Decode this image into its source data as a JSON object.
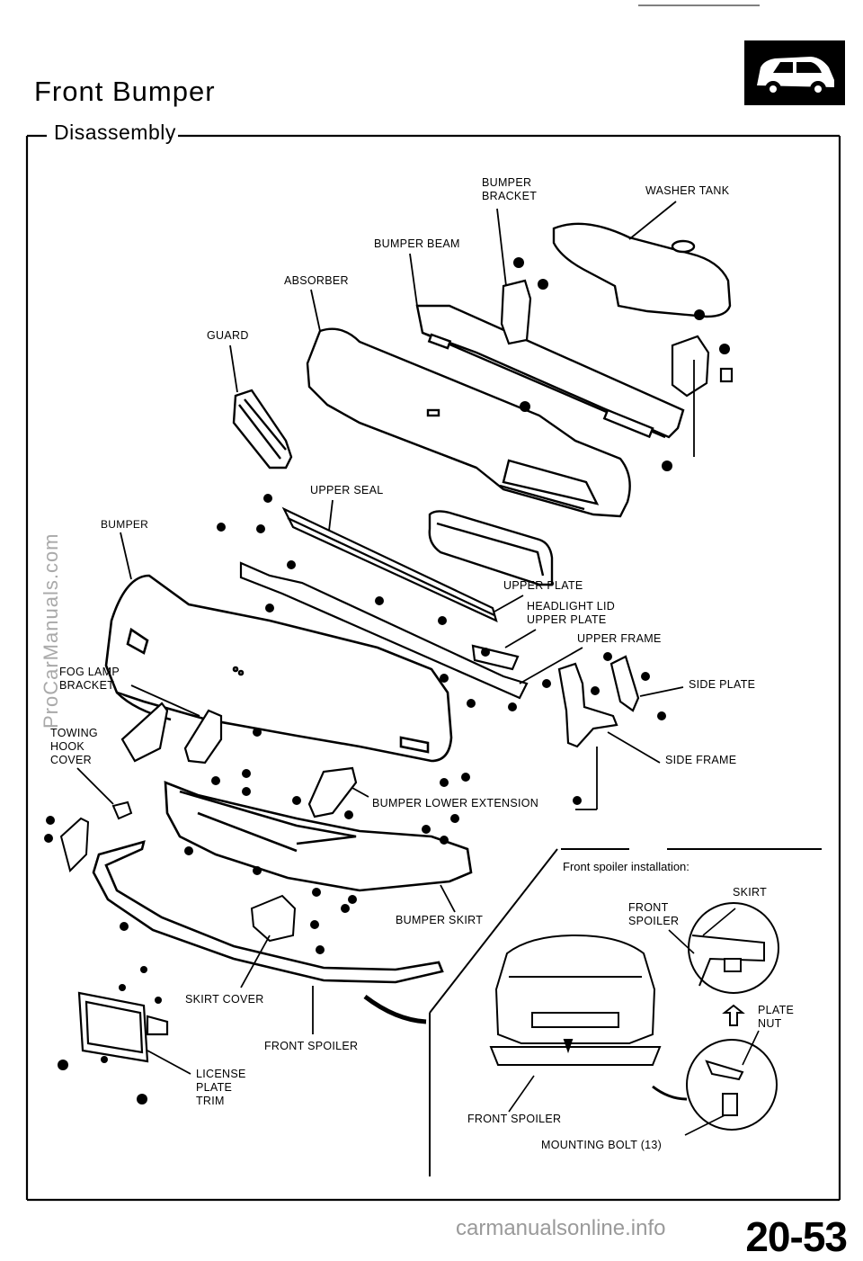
{
  "header": {
    "title": "Front Bumper",
    "section": "Disassembly"
  },
  "labels": {
    "bumper_bracket": "BUMPER\nBRACKET",
    "washer_tank": "WASHER  TANK",
    "bumper_beam": "BUMPER  BEAM",
    "absorber": "ABSORBER",
    "guard": "GUARD",
    "upper_seal": "UPPER SEAL",
    "bumper": "BUMPER",
    "upper_plate": "UPPER  PLATE",
    "headlight_lid_upper_plate": "HEADLIGHT LID\nUPPER PLATE",
    "upper_frame": "UPPER  FRAME",
    "fog_lamp_bracket": "FOG  LAMP\nBRACKET",
    "side_plate": "SIDE  PLATE",
    "towing_hook_cover": "TOWING\nHOOK\nCOVER",
    "side_frame": "SIDE  FRAME",
    "bumper_lower_extension": "BUMPER  LOWER  EXTENSION",
    "bumper_skirt": "BUMPER  SKIRT",
    "skirt_cover": "SKIRT COVER",
    "front_spoiler": "FRONT  SPOILER",
    "license_plate_trim": "LICENSE\nPLATE\nTRIM"
  },
  "installation": {
    "title": "Front  spoiler  installation:",
    "skirt": "SKIRT",
    "front_spoiler_detail": "FRONT\nSPOILER",
    "plate_nut": "PLATE\nNUT",
    "front_spoiler": "FRONT  SPOILER",
    "mounting_bolt": "MOUNTING  BOLT  (13)"
  },
  "footer": {
    "page_number": "20-53"
  },
  "watermarks": {
    "side": "ProCarManuals.com",
    "bottom": "carmanualsonline.info"
  }
}
